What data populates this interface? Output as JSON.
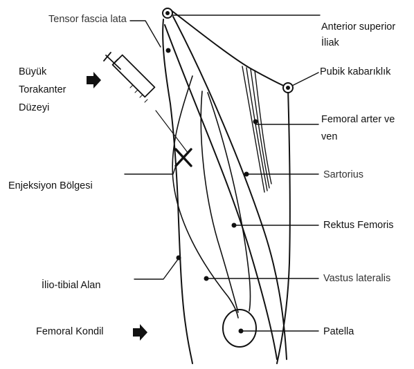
{
  "labels": {
    "tensor_fascia_lata": "Tensor fascia lata",
    "anterior_superior_1": "Anterior superior",
    "anterior_superior_2": "İliak",
    "pubik": "Pubik kabarıklık",
    "buyuk_1": "Büyük",
    "buyuk_2": "Torakanter",
    "buyuk_3": "Düzeyi",
    "femoral_arter_1": "Femoral arter ve",
    "femoral_arter_2": "ven",
    "enjeksiyon": "Enjeksiyon Bölgesi",
    "sartorius": "Sartorius",
    "rektus": "Rektus Femoris",
    "ilio_tibial": "İlio-tibial Alan",
    "vastus": "Vastus lateralis",
    "femoral_kondil": "Femoral Kondil",
    "patella": "Patella"
  },
  "colors": {
    "line": "#111111",
    "background": "#ffffff"
  }
}
